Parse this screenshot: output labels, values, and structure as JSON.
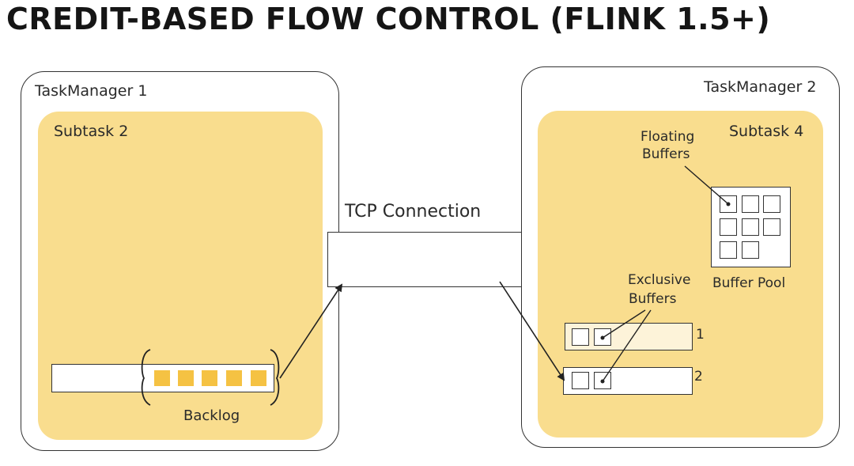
{
  "title": "CREDIT-BASED FLOW CONTROL (FLINK 1.5+)",
  "taskmanager_left": {
    "label": "TaskManager 1",
    "subtask_label": "Subtask 2",
    "backlog_label": "Backlog",
    "backlog_buffer_count": 5
  },
  "taskmanager_right": {
    "label": "TaskManager 2",
    "subtask_label": "Subtask 4",
    "floating_label_line1": "Floating",
    "floating_label_line2": "Buffers",
    "buffer_pool_label": "Buffer Pool",
    "buffer_pool_slots": 8,
    "exclusive_label_line1": "Exclusive",
    "exclusive_label_line2": "Buffers",
    "channel_1_label": "1",
    "channel_2_label": "2"
  },
  "connection": {
    "label": "TCP Connection"
  },
  "colors": {
    "subtask_fill": "#f9dd8e",
    "buffer_fill": "#f5c243",
    "outline": "#333333"
  }
}
